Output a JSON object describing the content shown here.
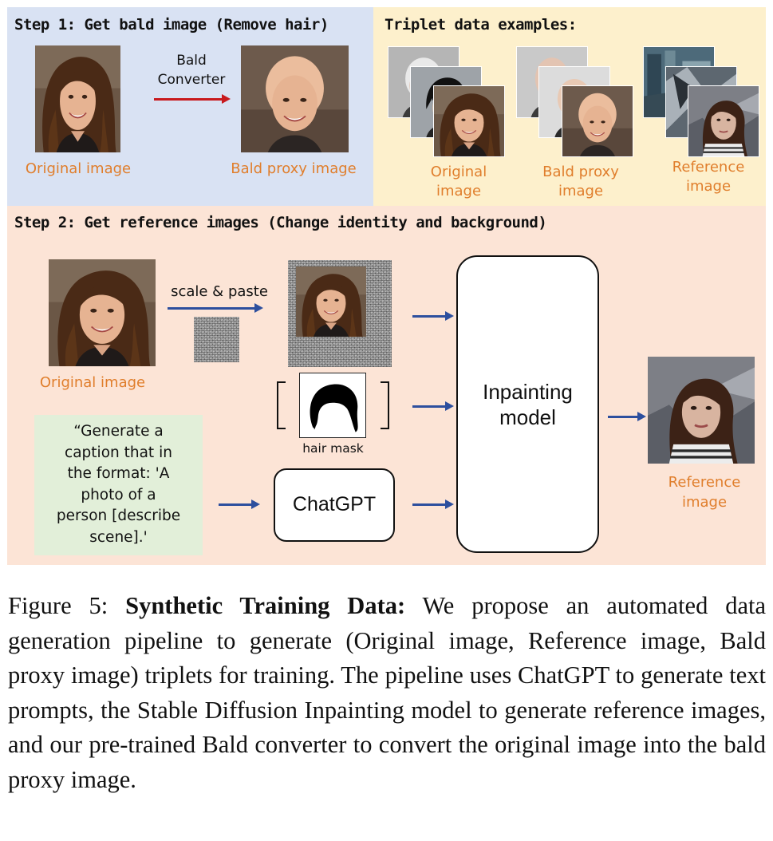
{
  "step1": {
    "title": "Step 1: Get bald image (Remove hair)",
    "original_label": "Original image",
    "arrow_label_line1": "Bald",
    "arrow_label_line2": "Converter",
    "bald_label": "Bald proxy image"
  },
  "triplet": {
    "title": "Triplet data examples:",
    "original_label_line1": "Original",
    "original_label_line2": "image",
    "bald_label_line1": "Bald proxy",
    "bald_label_line2": "image",
    "reference_label_line1": "Reference",
    "reference_label_line2": "image"
  },
  "step2": {
    "title": "Step 2: Get reference images (Change identity and background)",
    "original_label": "Original image",
    "scale_paste_label": "scale & paste",
    "hair_mask_label": "hair mask",
    "prompt_lines": [
      "“Generate a",
      "caption that in",
      "the format: 'A",
      "photo of a",
      "person [describe",
      "scene].'"
    ],
    "chatgpt_label": "ChatGPT",
    "inpainting_line1": "Inpainting",
    "inpainting_line2": "model",
    "reference_label_line1": "Reference",
    "reference_label_line2": "image"
  },
  "caption": {
    "prefix": "Figure 5: ",
    "bold": "Synthetic Training Data:",
    "text": " We propose an automated data generation pipeline to generate (Original image, Reference image, Bald proxy image) triplets for training. The pipeline uses ChatGPT to generate text prompts, the Stable Diffusion Inpainting model to generate reference images, and our pre-trained Bald converter to convert the original image into the bald proxy image."
  },
  "colors": {
    "step1_bg": "#d9e2f3",
    "triplet_bg": "#fdf0cc",
    "step2_bg": "#fce4d6",
    "prompt_bg": "#e2efd9",
    "label_orange": "#e07e2c",
    "arrow_blue": "#2d4f9e",
    "arrow_red": "#c8191d"
  }
}
